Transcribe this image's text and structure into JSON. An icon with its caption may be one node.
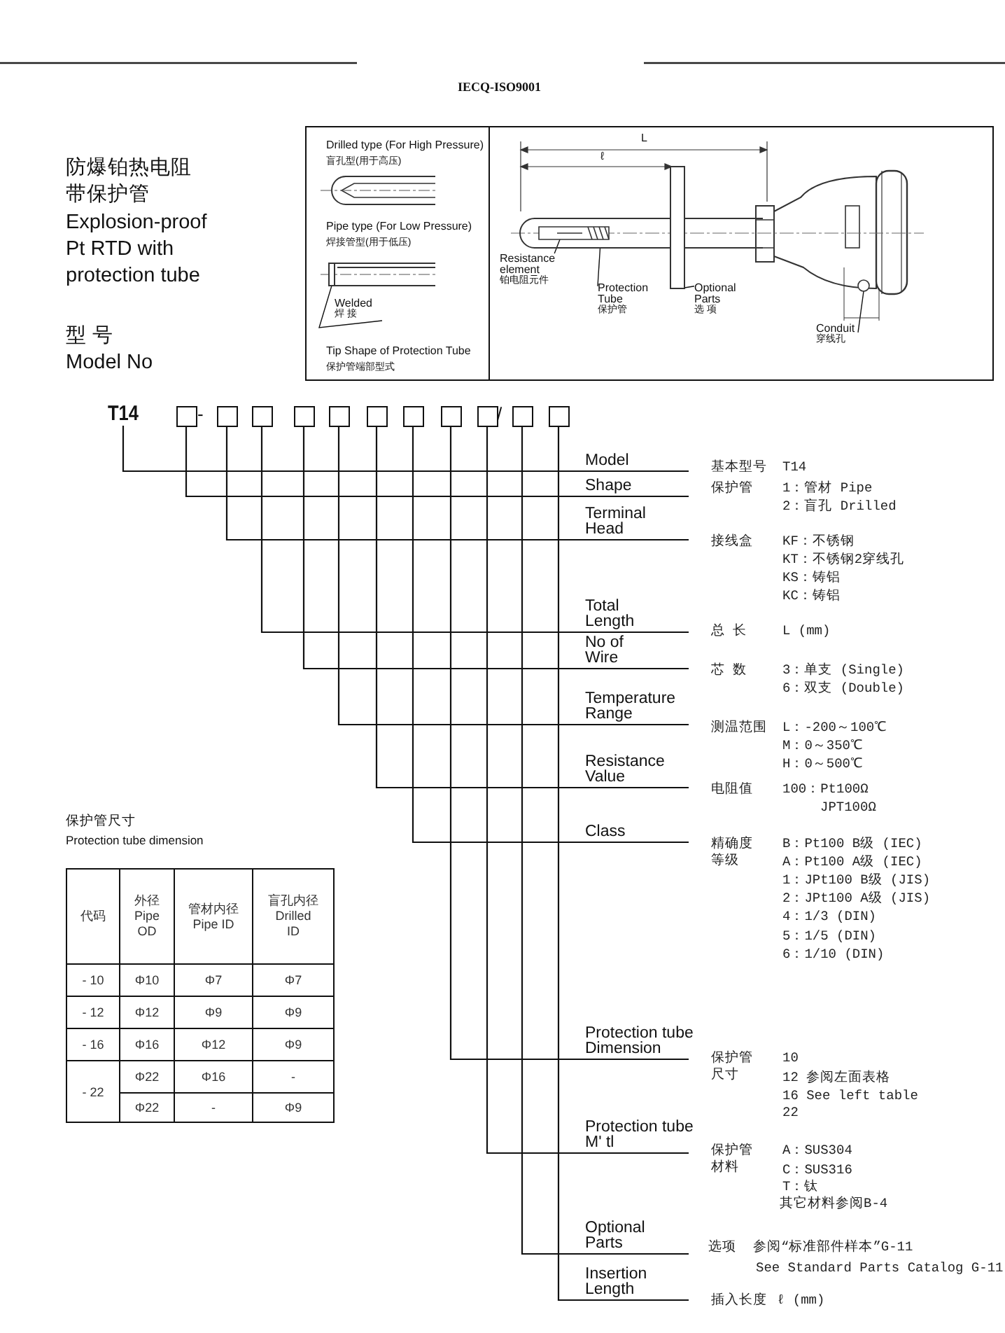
{
  "diagram": {
    "title": "防爆铂热电阻带保护管",
    "nodes": [
      {
        "text": [
          "Drilled type (For High Pressure)",
          "盲孔型(用于高压)",
          "Pipe type (For Low Pressure)",
          "焊接管型(用于低压)",
          "Tip Shape of Protection Tube",
          "保护管端部型式"
        ]
      },
      {
        "text": [
          "Welded",
          "焊 接"
        ],
        "in": 0
      },
      {
        "text": [],
        "shape": "box",
        "in": 0
      },
      {
        "text": [],
        "shape": "box"
      },
      {
        "text": [
          "Resistance element",
          "铂电阻元件"
        ],
        "in": 3
      },
      {
        "text": [],
        "shape": "picture",
        "in": 7
      },
      {
        "text": [
          "Protection Tube",
          "保护管"
        ],
        "in": 3
      },
      {
        "text": [],
        "shape": "picture",
        "in": 3
      },
      {
        "text": [
          "Optional Parts",
          "选 项"
        ],
        "in": 3
      },
      {
        "text": [],
        "shape": "box",
        "in": 3
      },
      {
        "text": [
          "Conduit",
          "穿线孔"
        ],
        "in": 3
      },
      {
        "text": [],
        "shape": "circle",
        "in": 3
      },
      {
        "text": [
          "T14"
        ]
      },
      {
        "text": [],
        "shape": "box"
      },
      {
        "text": [],
        "shape": "box"
      },
      {
        "text": [],
        "shape": "box"
      },
      {
        "text": [],
        "shape": "box"
      },
      {
        "text": [],
        "shape": "box"
      },
      {
        "text": [],
        "shape": "box"
      },
      {
        "text": [],
        "shape": "box"
      },
      {
        "text": [],
        "shape": "box"
      },
      {
        "text": [],
        "shape": "box"
      },
      {
        "text": [],
        "shape": "box"
      },
      {
        "text": [],
        "shape": "box"
      },
      {
        "text": [
          "Model"
        ]
      },
      {
        "text": [
          "Shape"
        ]
      },
      {
        "text": [
          "Terminal Head"
        ]
      },
      {
        "text": [
          "Total Length"
        ]
      },
      {
        "text": [
          "No of Wire"
        ]
      },
      {
        "text": [
          "Temperature Range"
        ]
      },
      {
        "text": [
          "Resistance Value"
        ]
      },
      {
        "text": [
          "Class"
        ]
      },
      {
        "text": [
          "Protection tube Dimension"
        ]
      },
      {
        "text": [
          "Protection tube M' tl"
        ]
      },
      {
        "text": [
          "Optional Parts"
        ]
      },
      {
        "text": [
          "Insertion Length"
        ]
      }
    ],
    "edges": [
      {
        "from": 1,
        "to": 2,
        "arrow": "none"
      },
      {
        "from": 4,
        "to": 5,
        "arrow": "none"
      },
      {
        "from": 6,
        "to": 7,
        "arrow": "none"
      },
      {
        "from": 8,
        "to": 9,
        "arrow": "none"
      },
      {
        "from": 10,
        "to": 11,
        "arrow": "none"
      },
      {
        "from": 12,
        "to": 24,
        "arrow": "none"
      },
      {
        "from": 13,
        "to": 25,
        "arrow": "none"
      },
      {
        "from": 14,
        "to": 26,
        "arrow": "none"
      },
      {
        "from": 15,
        "to": 27,
        "arrow": "none"
      },
      {
        "from": 16,
        "to": 28,
        "arrow": "none"
      },
      {
        "from": 17,
        "to": 29,
        "arrow": "none"
      },
      {
        "from": 18,
        "to": 30,
        "arrow": "none"
      },
      {
        "from": 19,
        "to": 31,
        "arrow": "none"
      },
      {
        "from": 20,
        "to": 32,
        "arrow": "none"
      },
      {
        "from": 21,
        "to": 33,
        "arrow": "none"
      },
      {
        "from": 22,
        "to": 34,
        "arrow": "none"
      },
      {
        "from": 23,
        "to": 35,
        "arrow": "none"
      }
    ],
    "labels": [
      "IECQ-ISO9001",
      "Explosion-proof Pt RTD with protection tube",
      "型 号",
      "Model No",
      "L",
      "ℓ",
      "-",
      "/",
      "基本型号",
      "T14",
      "保护管",
      "1：管材 Pipe",
      "2：盲孔 Drilled",
      "接线盒",
      "KF：不锈钢",
      "KT：不锈钢2穿线孔",
      "KS：铸铝",
      "KC：铸铝",
      "总 长",
      "L (mm)",
      "芯 数",
      "3：单支 (Single)",
      "6：双支 (Double)",
      "测温范围",
      "L：-200～100℃",
      "M：0～350℃",
      "H：0～500℃",
      "电阻值",
      "100：Pt100Ω",
      "JPT100Ω",
      "精确度等级",
      "B：Pt100 B级 (IEC)",
      "A：Pt100 A级 (IEC)",
      "1：JPt100 B级 (JIS)",
      "2：JPt100 A级 (JIS)",
      "4：1/3 (DIN)",
      "5：1/5 (DIN)",
      "6：1/10 (DIN)",
      "保护管尺寸",
      "10",
      "12 参阅左面表格",
      "16 See left table",
      "22",
      "保护管材料",
      "A：SUS304",
      "C：SUS316",
      "T：钛",
      "其它材料参阅B-4",
      "选项",
      "参阅“标准部件样本”G-11",
      "See Standard Parts Catalog G-11",
      "插入长度",
      "ℓ (mm)",
      "保护管尺寸",
      "Protection tube dimension",
      "代码",
      "外径 Pipe OD",
      "管材内径 Pipe ID",
      "盲孔内径 Drilled ID",
      "- 10",
      "Φ10",
      "Φ7",
      "Φ7",
      "- 12",
      "Φ12",
      "Φ9",
      "Φ9",
      "- 16",
      "Φ16",
      "Φ12",
      "Φ9",
      "- 22",
      "Φ22",
      "Φ16",
      "-",
      "Φ22",
      "-",
      "Φ9"
    ]
  }
}
